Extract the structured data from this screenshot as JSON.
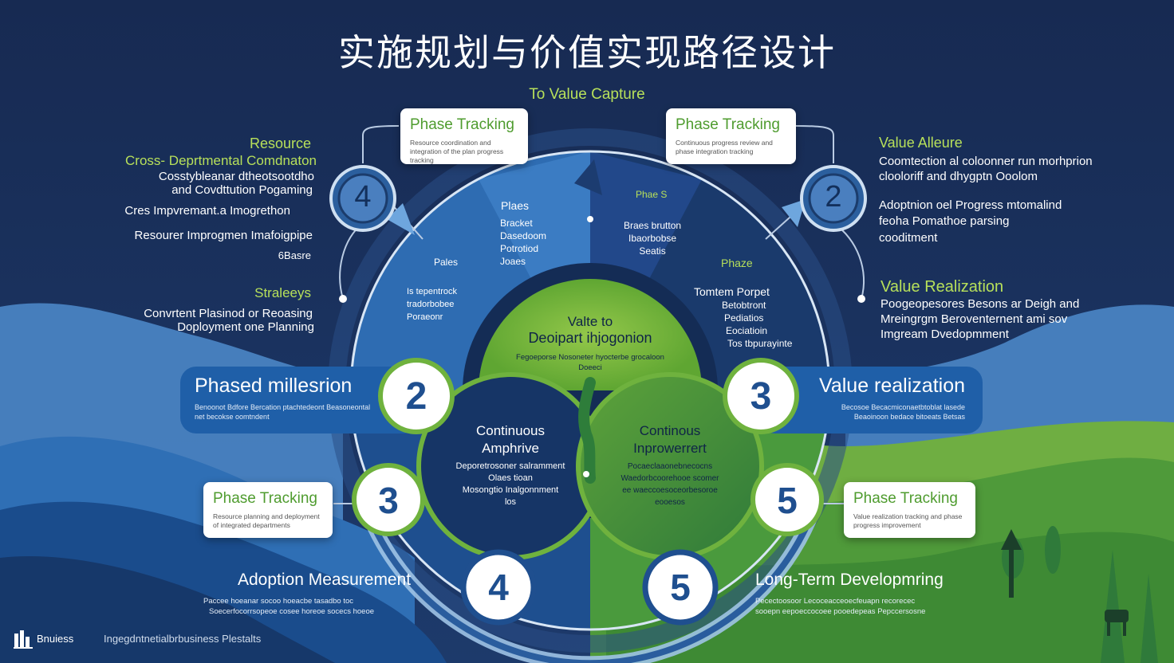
{
  "title": "实施规划与价值实现路径设计",
  "subtitle": "To Value Capture",
  "cards": {
    "top_left": {
      "title": "Phase Tracking",
      "text": "Resource coordination and integration of the plan progress tracking"
    },
    "top_right": {
      "title": "Phase Tracking",
      "text": "Continuous progress review and phase integration tracking"
    },
    "mid_left": {
      "title": "Phase Tracking",
      "text": "Resource planning and deployment of integrated departments"
    },
    "mid_right": {
      "title": "Phase Tracking",
      "text": "Value realization tracking and phase progress improvement"
    }
  },
  "left_text": {
    "heading1": "Resource",
    "heading2": "Cross- Deprtmental Comdnaton",
    "line1": "Cosstybleanar dtheotsootdho",
    "line2": "and Covdttution Pogaming",
    "line3": "Cres Impvremant.a Imogrethon",
    "line4": "Resourer Improgmen Imafoigpipe",
    "line5": "6Basre",
    "strategy_heading": "Straleeys",
    "strategy_line1": "Convrtent Plasinod or Reoasing",
    "strategy_line2": "Doployment one Planning"
  },
  "right_text": {
    "heading1": "Value Alleure",
    "line1": "Coomtection al coloonner run morhprion",
    "line2": "clooloriff and dhygptn Ooolom",
    "line3": "Adoptnion oel Progress  mtomalind",
    "line4": "feoha Pomathoe parsing",
    "line5": "cooditment",
    "heading2": "Value Realization",
    "line6": "Poogeopesores  Besons ar Deigh and",
    "line7": "Mreingrgm Beroventernent ami sov",
    "line8": "Imgream Dvedopmment"
  },
  "pills": {
    "left": {
      "title": "Phased millesrion",
      "number": "2",
      "text": "Benoonot Bdfore Bercation ptachtedeont Beasoneontal net becokse oomtndent"
    },
    "right": {
      "title": "Value realization",
      "number": "3",
      "text": "Becosoe Becacmiconaetbtoblat lasede Beaoinoon bedace bitoeats Betsas"
    }
  },
  "numbers": {
    "top_left": "4",
    "top_right": "2",
    "left_mid": "3",
    "right_mid": "5",
    "bottom_left": "4",
    "bottom_right": "5"
  },
  "wheel": {
    "seg_top_left_title": "Plaes",
    "seg_top_left_lines": [
      "Bracket",
      "Dasedoom",
      "Potrotiod",
      "Joaes"
    ],
    "seg_top_right_title": "Phae S",
    "seg_top_right_lines": [
      "Braes brutton",
      "Ibaorbobse",
      "Seatis"
    ],
    "seg_left_title": "Pales",
    "seg_left_lines": [
      "Is tepentrock",
      "tradorbobee",
      "Poraeonr"
    ],
    "seg_right_title": "Phaze",
    "seg_right_lines": [
      "Tomtem Porpet",
      "Betobtront",
      "Pediatios",
      "Eociatioin",
      "Tos tbpurayinte"
    ],
    "center_title1": "Valte to",
    "center_title2": "Deoipart ihjogonion",
    "center_text1": "Fegoeporse Nosoneter hyocterbe grocaloon",
    "center_text2": "Doeeci",
    "left_circle_title1": "Continuous",
    "left_circle_title2": "Amphrive",
    "left_circle_lines": [
      "Deporetrosoner salramment",
      "Olaes tioan",
      "Mosongtio Inalgonnment",
      "los"
    ],
    "right_circle_title1": "Continous",
    "right_circle_title2": "Inprowerrert",
    "right_circle_lines": [
      "Pocaeclaaonebnecocns",
      "Waedorbcoorehooe scomer",
      "ee waeccoesoceorbesoroe",
      "eooesos"
    ]
  },
  "bottom": {
    "left_heading": "Adoption Measurement",
    "left_line1": "Paccee hoeanar socoo hoeacbe tasadbo toc",
    "left_line2": "Soecerfocorrsopeoe cosee horeoe socecs hoeoe",
    "right_heading": "Long-Term Developmring",
    "right_line1": "Pecectoosoor Lecoceacceoecfeuapn recorecec",
    "right_line2": "sooepn eepoeccocoee pooedepeas Pepccersosne",
    "logo_text": "Bnuiess",
    "footer_text": "Ingegdntnetialbrbusiness Plestalts"
  },
  "colors": {
    "navy": "#16284d",
    "blue": "#1f5fa8",
    "green": "#7dbb3e",
    "accent_green": "#b7e05a"
  }
}
